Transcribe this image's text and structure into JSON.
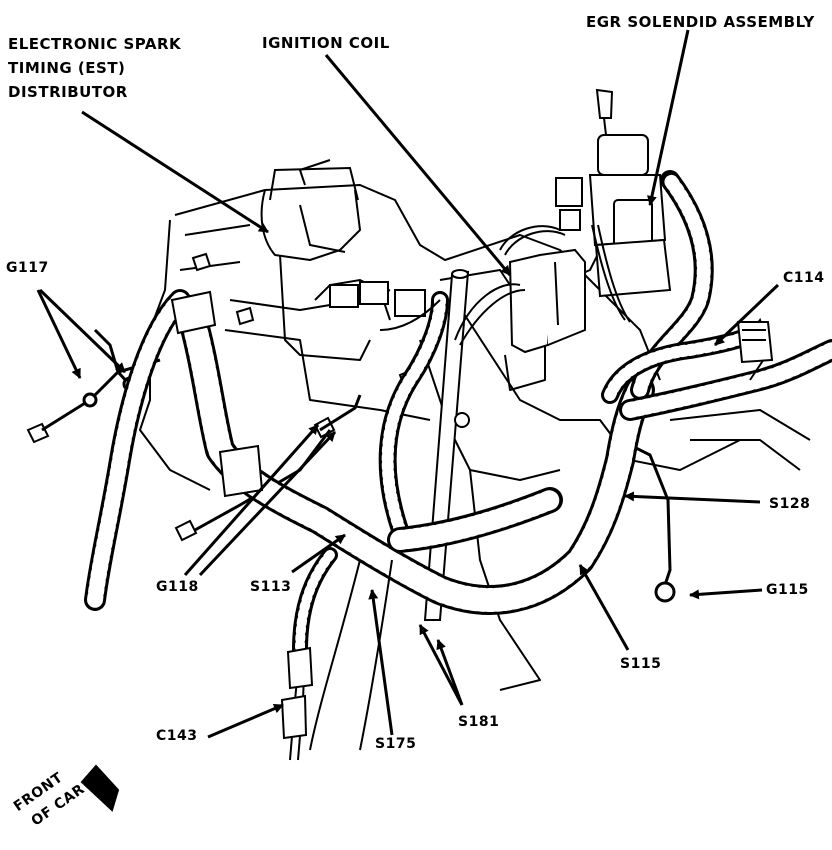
{
  "labels": {
    "est_distributor_1": "ELECTRONIC SPARK",
    "est_distributor_2": "TIMING (EST)",
    "est_distributor_3": "DISTRIBUTOR",
    "ignition_coil": "IGNITION COIL",
    "egr_solenoid": "EGR SOLENDID ASSEMBLY",
    "g117": "G117",
    "c114": "C114",
    "s128": "S128",
    "g115": "G115",
    "s115": "S115",
    "g118": "G118",
    "s113": "S113",
    "c143": "C143",
    "s175": "S175",
    "s181": "S181",
    "front_1": "FRONT",
    "front_2": "OF CAR"
  },
  "colors": {
    "ink": "#000000",
    "paper": "#ffffff"
  }
}
